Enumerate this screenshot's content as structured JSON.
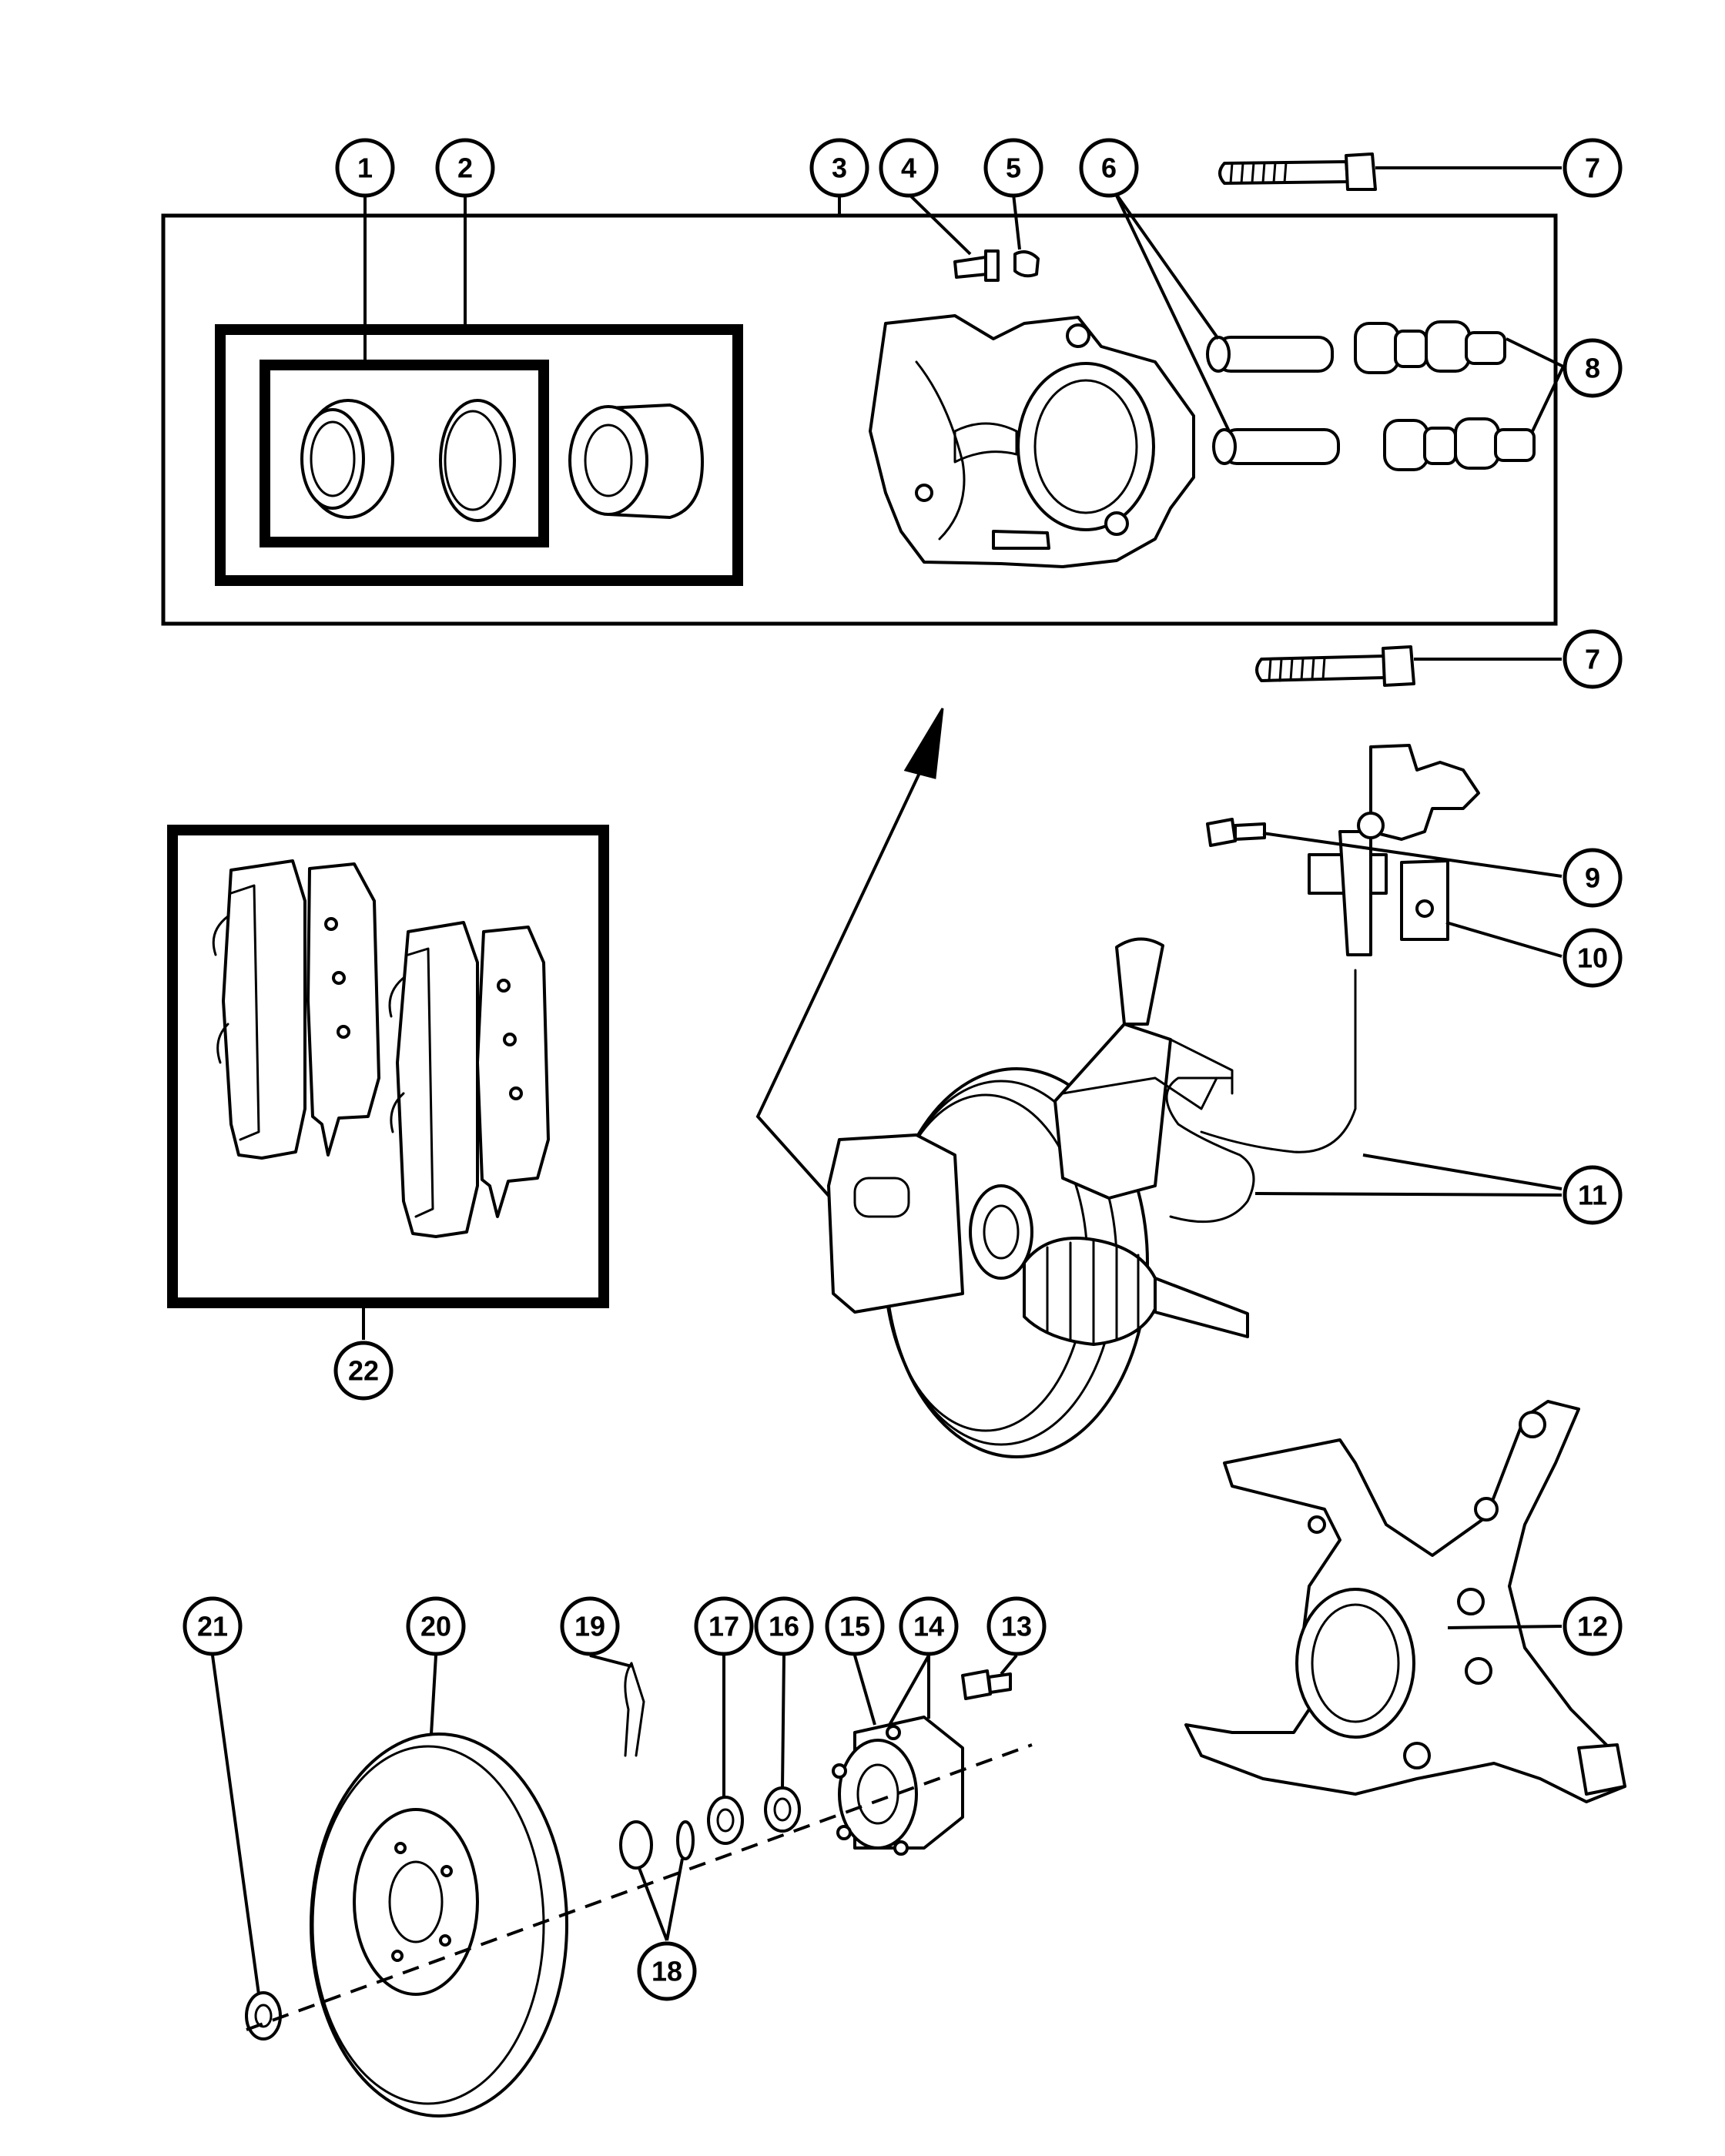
{
  "diagram": {
    "callouts": [
      {
        "id": "1",
        "label": "1"
      },
      {
        "id": "2",
        "label": "2"
      },
      {
        "id": "3",
        "label": "3"
      },
      {
        "id": "4",
        "label": "4"
      },
      {
        "id": "5",
        "label": "5"
      },
      {
        "id": "6",
        "label": "6"
      },
      {
        "id": "7a",
        "label": "7"
      },
      {
        "id": "8",
        "label": "8"
      },
      {
        "id": "7b",
        "label": "7"
      },
      {
        "id": "9",
        "label": "9"
      },
      {
        "id": "10",
        "label": "10"
      },
      {
        "id": "11",
        "label": "11"
      },
      {
        "id": "22",
        "label": "22"
      },
      {
        "id": "12",
        "label": "12"
      },
      {
        "id": "21",
        "label": "21"
      },
      {
        "id": "20",
        "label": "20"
      },
      {
        "id": "19",
        "label": "19"
      },
      {
        "id": "17",
        "label": "17"
      },
      {
        "id": "16",
        "label": "16"
      },
      {
        "id": "15",
        "label": "15"
      },
      {
        "id": "14",
        "label": "14"
      },
      {
        "id": "13",
        "label": "13"
      },
      {
        "id": "18",
        "label": "18"
      }
    ]
  }
}
